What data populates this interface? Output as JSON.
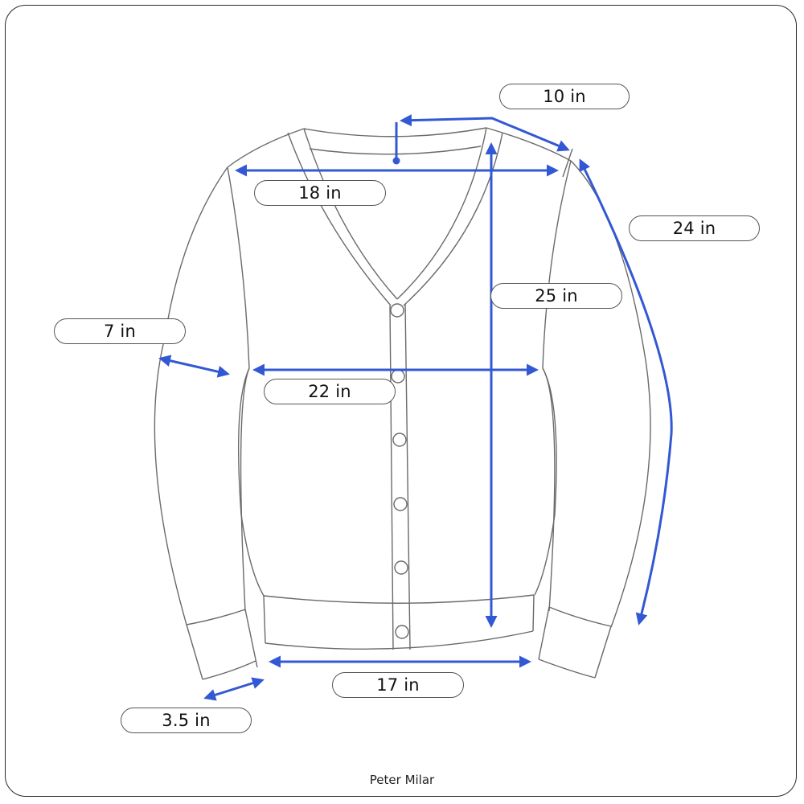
{
  "diagram": {
    "type": "garment-measurement-diagram",
    "garment": "cardigan sweater (v-neck, button front)",
    "brand_caption": "Peter Milar",
    "colors": {
      "outline": "#6a6a6a",
      "measure_arrow": "#3358d4",
      "frame": "#2a2a2a",
      "label_border": "#555555",
      "label_text": "#111111"
    },
    "measurements": [
      {
        "id": "shoulder",
        "label": "10 in",
        "description": "neck to shoulder seam"
      },
      {
        "id": "chest-top",
        "label": "18 in",
        "description": "shoulder to shoulder width"
      },
      {
        "id": "sleeve-length",
        "label": "24 in",
        "description": "shoulder seam to cuff"
      },
      {
        "id": "body-length",
        "label": "25 in",
        "description": "shoulder to hem"
      },
      {
        "id": "bicep",
        "label": "7 in",
        "description": "upper arm width"
      },
      {
        "id": "chest",
        "label": "22 in",
        "description": "pit to pit width"
      },
      {
        "id": "hem",
        "label": "17 in",
        "description": "bottom hem width"
      },
      {
        "id": "cuff",
        "label": "3.5 in",
        "description": "cuff opening width"
      }
    ],
    "buttons_count": 6
  }
}
